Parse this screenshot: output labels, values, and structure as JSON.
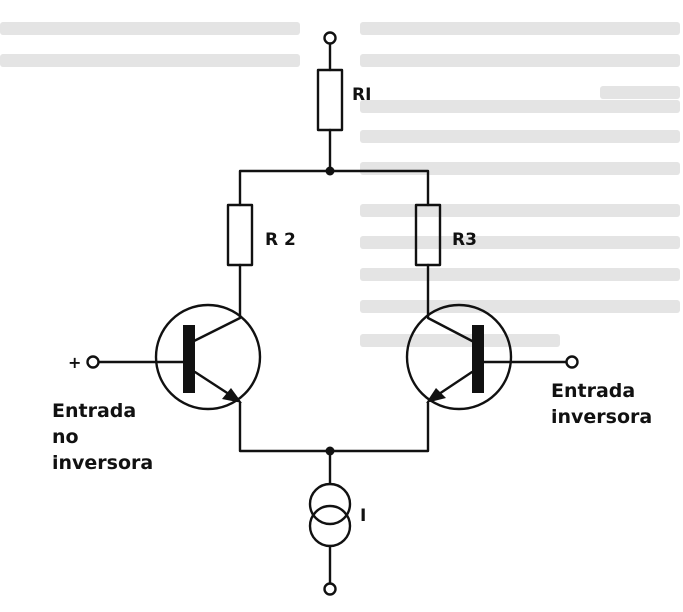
{
  "components": {
    "r1": "RI",
    "r2": "R 2",
    "r3": "R3",
    "current_source": "I"
  },
  "terminals": {
    "plus": "+"
  },
  "captions": {
    "left": [
      "Entrada",
      "no",
      "inversora"
    ],
    "right": [
      "Entrada",
      "inversora"
    ]
  },
  "colors": {
    "ink": "#111111",
    "background": "#ffffff"
  }
}
